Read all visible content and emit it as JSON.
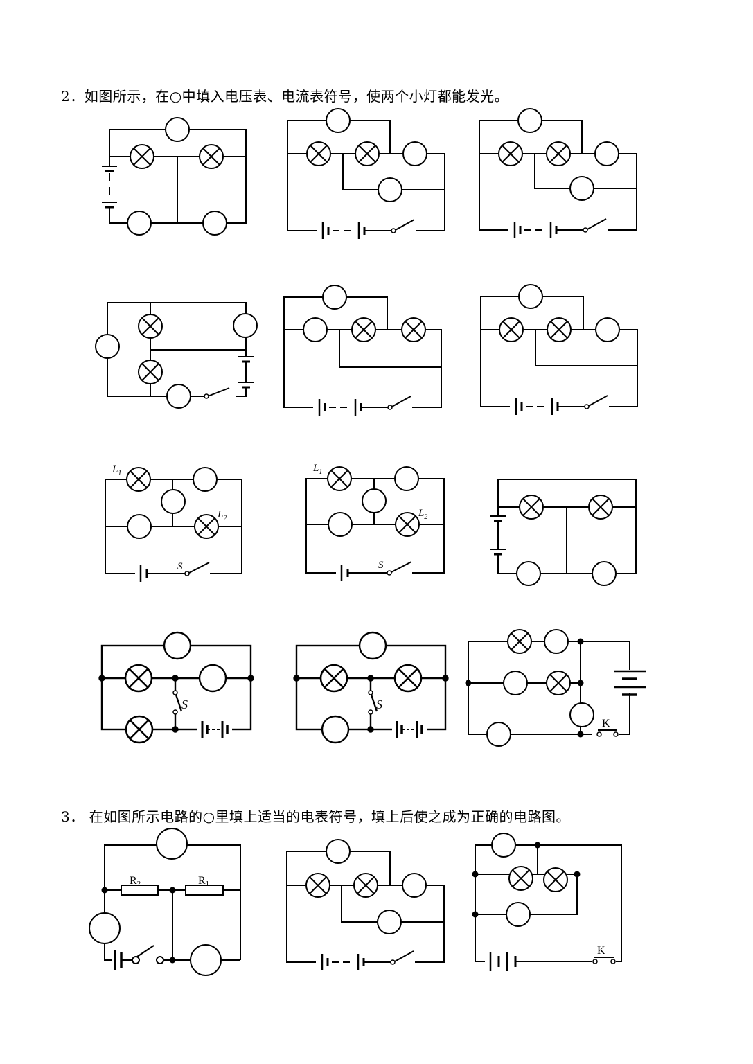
{
  "questions": [
    {
      "text": "2．如图所示，在○中填入电压表、电流表符号，使两个小灯都能发光。"
    },
    {
      "text": "3． 在如图所示电路的○里填上适当的电表符号，填上后使之成为正确的电路图。"
    }
  ],
  "labels": {
    "l1": "L",
    "l1_sub": "1",
    "l2": "L",
    "l2_sub": "2",
    "switch_s": "S",
    "switch_k": "K",
    "r2": "R",
    "r2_sub": "2",
    "r1": "R",
    "r1_sub": "1"
  }
}
